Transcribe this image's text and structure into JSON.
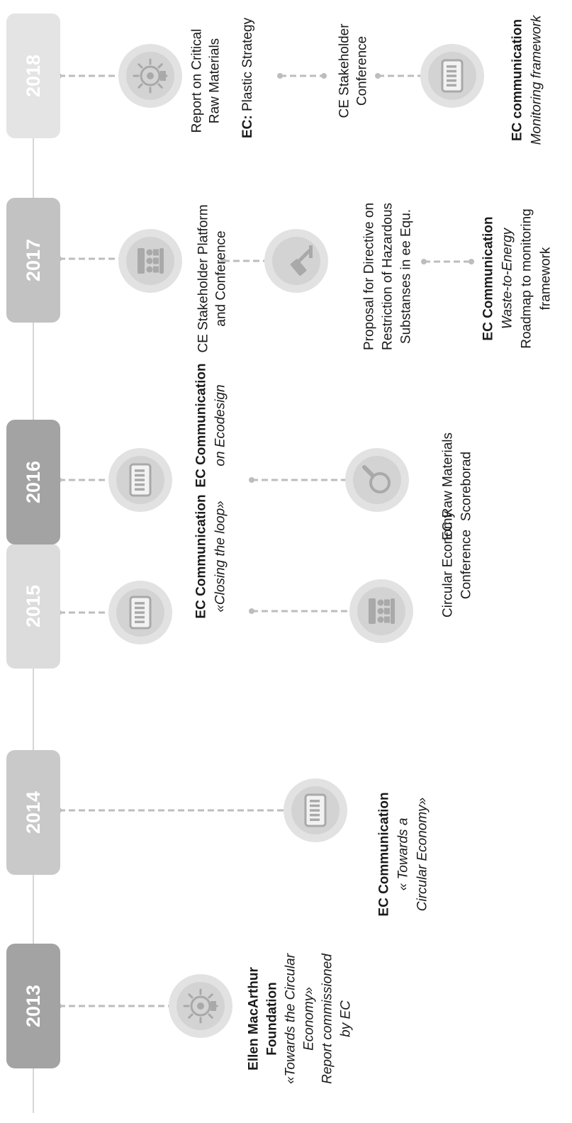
{
  "colors": {
    "axis": "#c8c8c8",
    "dash": "#bdbdbd",
    "ring": "#e2e2e2",
    "disc": "#d3d3d3",
    "glyph": "#a9a9a9",
    "text": "#1a1a1a",
    "year_text": "#ffffff"
  },
  "years": [
    {
      "label": "2013",
      "fill": "#a3a3a3"
    },
    {
      "label": "2014",
      "fill": "#c9c9c9"
    },
    {
      "label": "2015",
      "fill": "#dcdcdc"
    },
    {
      "label": "2016",
      "fill": "#a3a3a3"
    },
    {
      "label": "2017",
      "fill": "#c2c2c2"
    },
    {
      "label": "2018",
      "fill": "#e4e4e4"
    }
  ],
  "events": [
    {
      "icon": "lightbulb-gear-icon",
      "lines": [
        {
          "text": "Ellen MacArthur",
          "style": "bold"
        },
        {
          "text": "Foundation",
          "style": "bold"
        },
        {
          "text": "«Towards the Circular",
          "style": "italic"
        },
        {
          "text": "Economy»",
          "style": "italic"
        },
        {
          "text": "Report commissioned",
          "style": "italic"
        },
        {
          "text": "by EC",
          "style": "italic"
        }
      ]
    },
    {
      "icon": "document-icon",
      "lines": [
        {
          "text": "EC Communication",
          "style": "bold"
        },
        {
          "text": "« Towards a",
          "style": "italic"
        },
        {
          "text": "Circular Economy»",
          "style": "italic"
        }
      ]
    },
    {
      "icon": "document-icon",
      "lines": [
        {
          "text": "EC Communication",
          "style": "bold"
        },
        {
          "text": "«Closing the loop»",
          "style": "italic"
        }
      ]
    },
    {
      "icon": "conference-icon",
      "lines": [
        {
          "text": "Circular Economy",
          "style": "normal"
        },
        {
          "text": "Conference",
          "style": "normal"
        }
      ]
    },
    {
      "icon": "document-icon",
      "lines": [
        {
          "text": "EC Communication",
          "style": "bold"
        },
        {
          "text": "on Ecodesign",
          "style": "italic"
        }
      ]
    },
    {
      "icon": "magnifier-icon",
      "lines": [
        {
          "text": "EC Raw Materials",
          "style": "normal"
        },
        {
          "text": "Scoreborad",
          "style": "normal"
        }
      ]
    },
    {
      "icon": "conference-icon",
      "lines": [
        {
          "text": "CE Stakeholder Platform",
          "style": "normal"
        },
        {
          "text": "and Conference",
          "style": "normal"
        }
      ]
    },
    {
      "icon": "gavel-icon",
      "lines": [
        {
          "text": "Proposal for Directive on",
          "style": "normal"
        },
        {
          "text": "Restriction of Hazardous",
          "style": "normal"
        },
        {
          "text": "Substanses in ee Equ.",
          "style": "normal"
        }
      ]
    },
    {
      "icon": null,
      "lines": [
        {
          "text": "EC Communication",
          "style": "bold"
        },
        {
          "text": "Waste-to-Energy",
          "style": "italic"
        },
        {
          "text": "Roadmap to monitoring",
          "style": "normal"
        },
        {
          "text": "framework",
          "style": "normal"
        }
      ]
    },
    {
      "icon": "lightbulb-gear-icon",
      "lines": [
        {
          "text": "Report on Critical",
          "style": "normal"
        },
        {
          "text": "Raw Materials",
          "style": "normal"
        }
      ]
    },
    {
      "icon": null,
      "lines": [
        {
          "text": "EC:",
          "style": "bold",
          "tail": " Plastic Strategy"
        }
      ]
    },
    {
      "icon": null,
      "lines": [
        {
          "text": "CE Stakeholder",
          "style": "normal"
        },
        {
          "text": "Conference",
          "style": "normal"
        }
      ]
    },
    {
      "icon": "document-icon",
      "lines": [
        {
          "text": "EC communication",
          "style": "bold"
        },
        {
          "text": "Monitoring framework",
          "style": "italic"
        }
      ]
    }
  ]
}
